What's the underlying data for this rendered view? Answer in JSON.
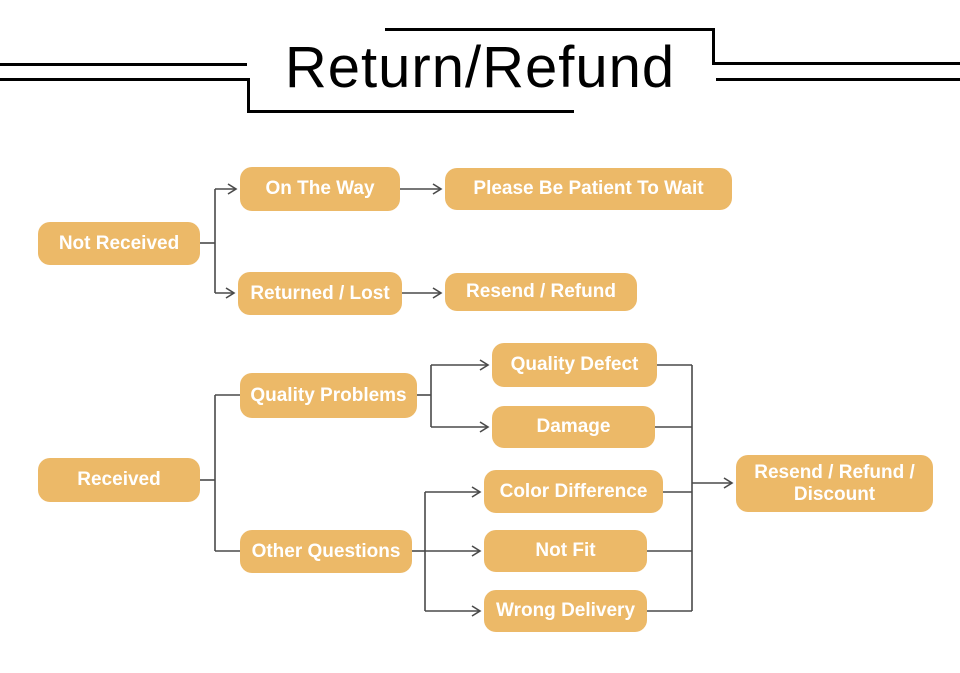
{
  "title": "Return/Refund",
  "colors": {
    "node_fill": "#ECB968",
    "node_text": "#FFFFFF",
    "connector": "#4A4A4A",
    "title_text": "#000000",
    "rule_lines": "#000000"
  },
  "diagram": {
    "nodes": [
      {
        "id": "not-received",
        "label": "Not Received"
      },
      {
        "id": "on-the-way",
        "label": "On The Way"
      },
      {
        "id": "please-be-patient",
        "label": "Please Be Patient To Wait"
      },
      {
        "id": "returned-lost",
        "label": "Returned / Lost"
      },
      {
        "id": "resend-refund",
        "label": "Resend / Refund"
      },
      {
        "id": "received",
        "label": "Received"
      },
      {
        "id": "quality-problems",
        "label": "Quality Problems"
      },
      {
        "id": "other-questions",
        "label": "Other Questions"
      },
      {
        "id": "quality-defect",
        "label": "Quality Defect"
      },
      {
        "id": "damage",
        "label": "Damage"
      },
      {
        "id": "color-difference",
        "label": "Color Difference"
      },
      {
        "id": "not-fit",
        "label": "Not Fit"
      },
      {
        "id": "wrong-delivery",
        "label": "Wrong Delivery"
      },
      {
        "id": "resend-refund-discount",
        "label": "Resend / Refund / Discount"
      }
    ],
    "edges": [
      {
        "from": "not-received",
        "to": "on-the-way",
        "arrow": true
      },
      {
        "from": "not-received",
        "to": "returned-lost",
        "arrow": true
      },
      {
        "from": "on-the-way",
        "to": "please-be-patient",
        "arrow": true
      },
      {
        "from": "returned-lost",
        "to": "resend-refund",
        "arrow": true
      },
      {
        "from": "received",
        "to": "quality-problems",
        "arrow": false
      },
      {
        "from": "received",
        "to": "other-questions",
        "arrow": false
      },
      {
        "from": "quality-problems",
        "to": "quality-defect",
        "arrow": true
      },
      {
        "from": "quality-problems",
        "to": "damage",
        "arrow": true
      },
      {
        "from": "other-questions",
        "to": "color-difference",
        "arrow": true
      },
      {
        "from": "other-questions",
        "to": "not-fit",
        "arrow": true
      },
      {
        "from": "other-questions",
        "to": "wrong-delivery",
        "arrow": true
      },
      {
        "from": "quality-defect",
        "to": "resend-refund-discount",
        "arrow": true
      },
      {
        "from": "damage",
        "to": "resend-refund-discount",
        "arrow": true
      },
      {
        "from": "color-difference",
        "to": "resend-refund-discount",
        "arrow": true
      },
      {
        "from": "not-fit",
        "to": "resend-refund-discount",
        "arrow": true
      },
      {
        "from": "wrong-delivery",
        "to": "resend-refund-discount",
        "arrow": true
      }
    ]
  }
}
